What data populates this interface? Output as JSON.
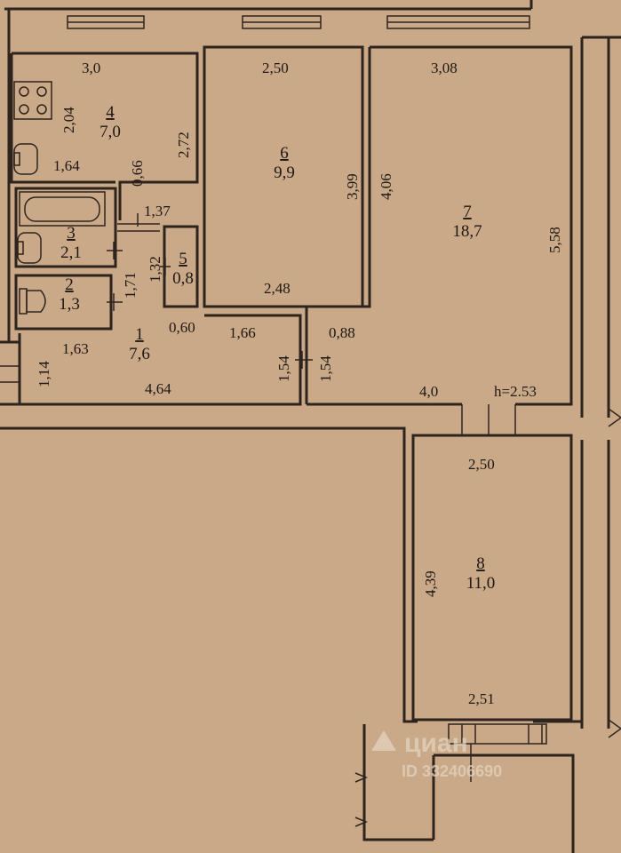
{
  "rooms": [
    {
      "number": "1",
      "area": "7,6"
    },
    {
      "number": "2",
      "area": "1,3"
    },
    {
      "number": "3",
      "area": "2,1"
    },
    {
      "number": "4",
      "area": "7,0"
    },
    {
      "number": "5",
      "area": "0,8"
    },
    {
      "number": "6",
      "area": "9,9"
    },
    {
      "number": "7",
      "area": "18,7"
    },
    {
      "number": "8",
      "area": "11,0"
    }
  ],
  "dimensions": {
    "kitchen_width": "3,0",
    "kitchen_side": "2,04",
    "kitchen_depth": "2,72",
    "kitchen_bottom": "1,64",
    "kitchen_door": "0,66",
    "bath_width": "1,37",
    "bath_height": "1,71",
    "closet_height": "1,32",
    "closet_gap": "0,60",
    "hall_length": "4,64",
    "hall_width": "1,14",
    "hall_top": "1,63",
    "hall_mid": "1,66",
    "corridor_left": "1,54",
    "corridor_right": "1,54",
    "corridor_width": "0,88",
    "room6_top": "2,50",
    "room6_right": "3,99",
    "room6_bottom": "2,48",
    "room7_top": "3,08",
    "room7_left": "4,06",
    "room7_right": "5,58",
    "room7_bottom": "4,0",
    "ceiling_height": "h=2.53",
    "room8_top": "2,50",
    "room8_left": "4,39",
    "room8_bottom": "2,51"
  },
  "watermark": {
    "brand": "циан",
    "id": "ID 332406690"
  }
}
